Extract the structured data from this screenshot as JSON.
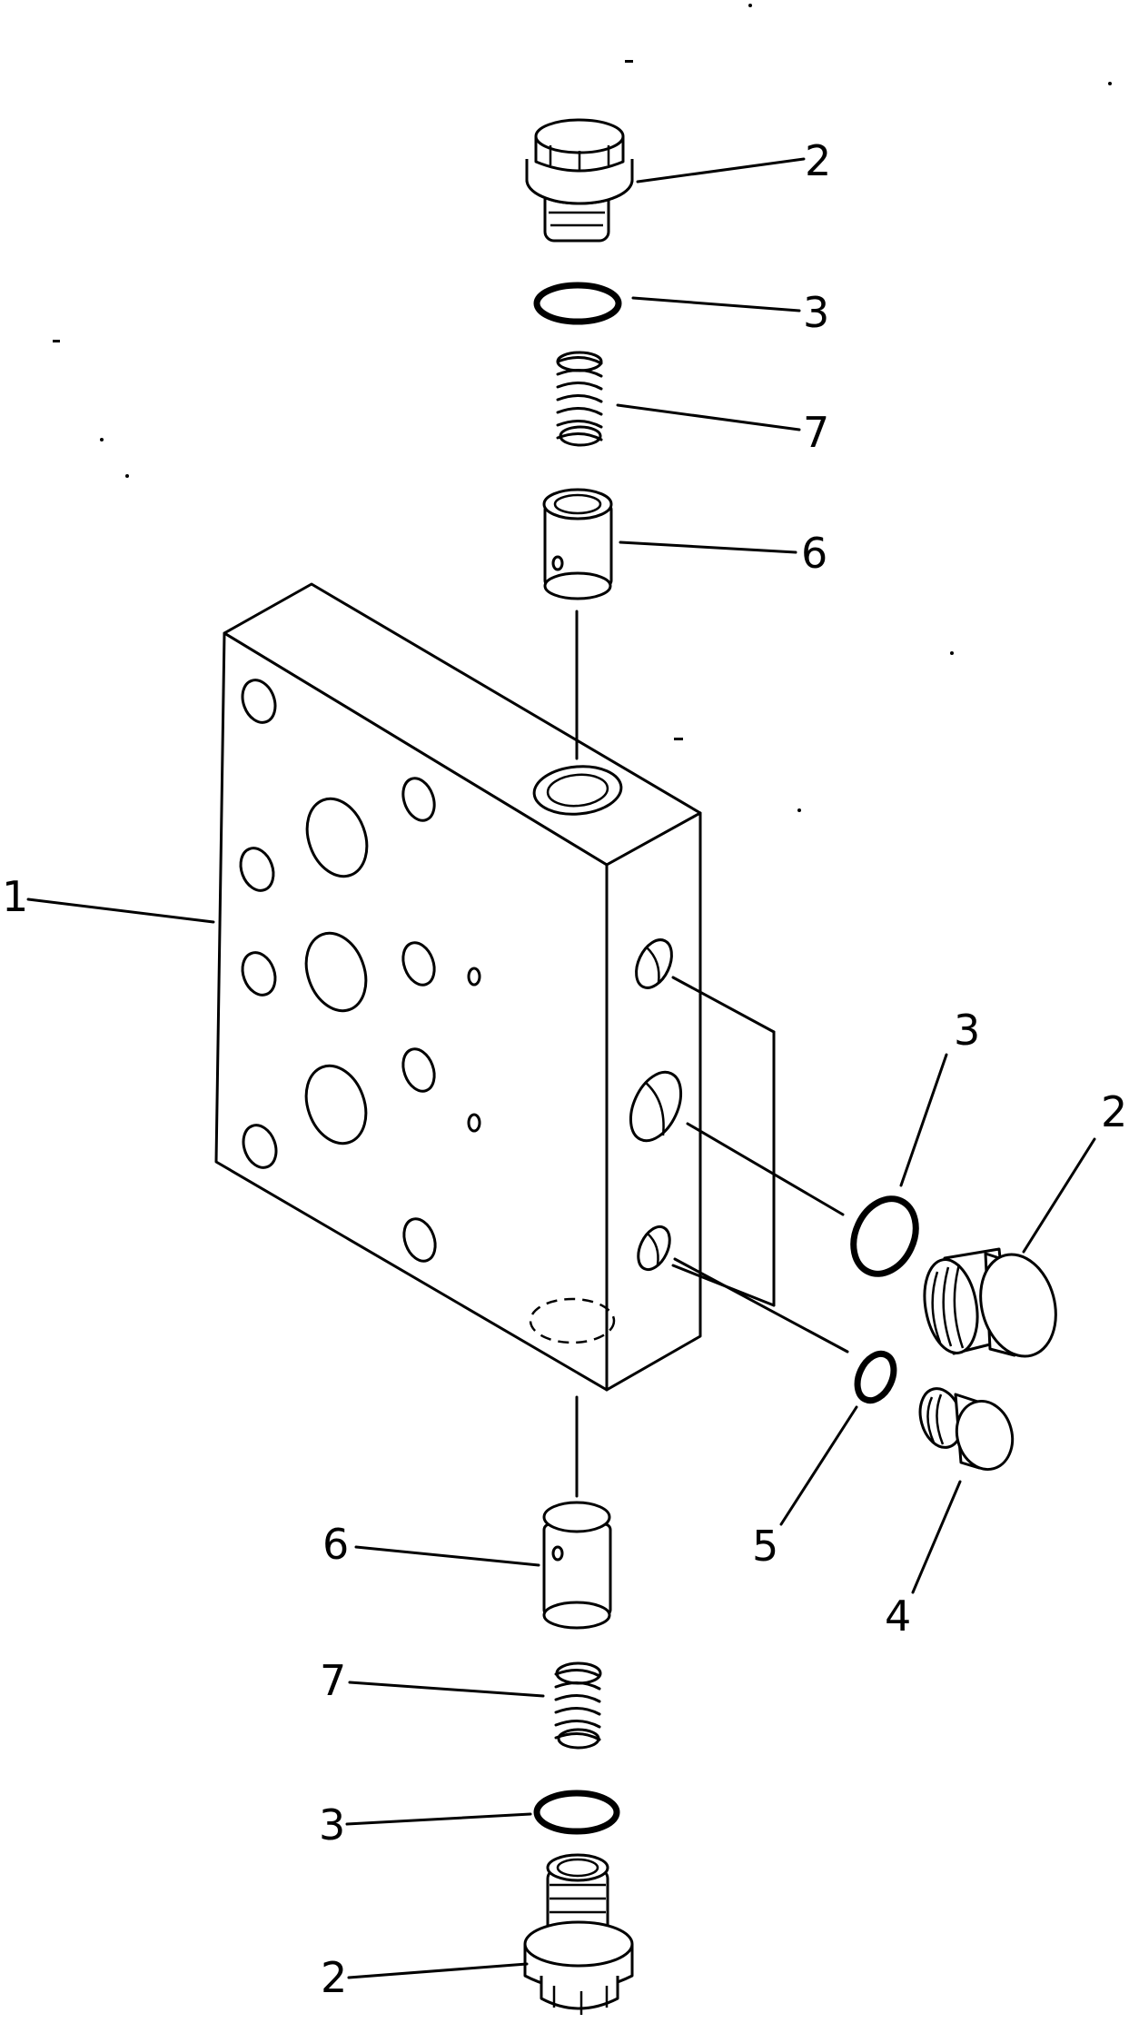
{
  "callouts": {
    "c1": "1",
    "c2_top": "2",
    "c3_top": "3",
    "c7_top": "7",
    "c6_top": "6",
    "c3_right": "3",
    "c2_right": "2",
    "c5": "5",
    "c4": "4",
    "c6_bottom": "6",
    "c7_bottom": "7",
    "c3_bottom": "3",
    "c2_bottom": "2"
  }
}
